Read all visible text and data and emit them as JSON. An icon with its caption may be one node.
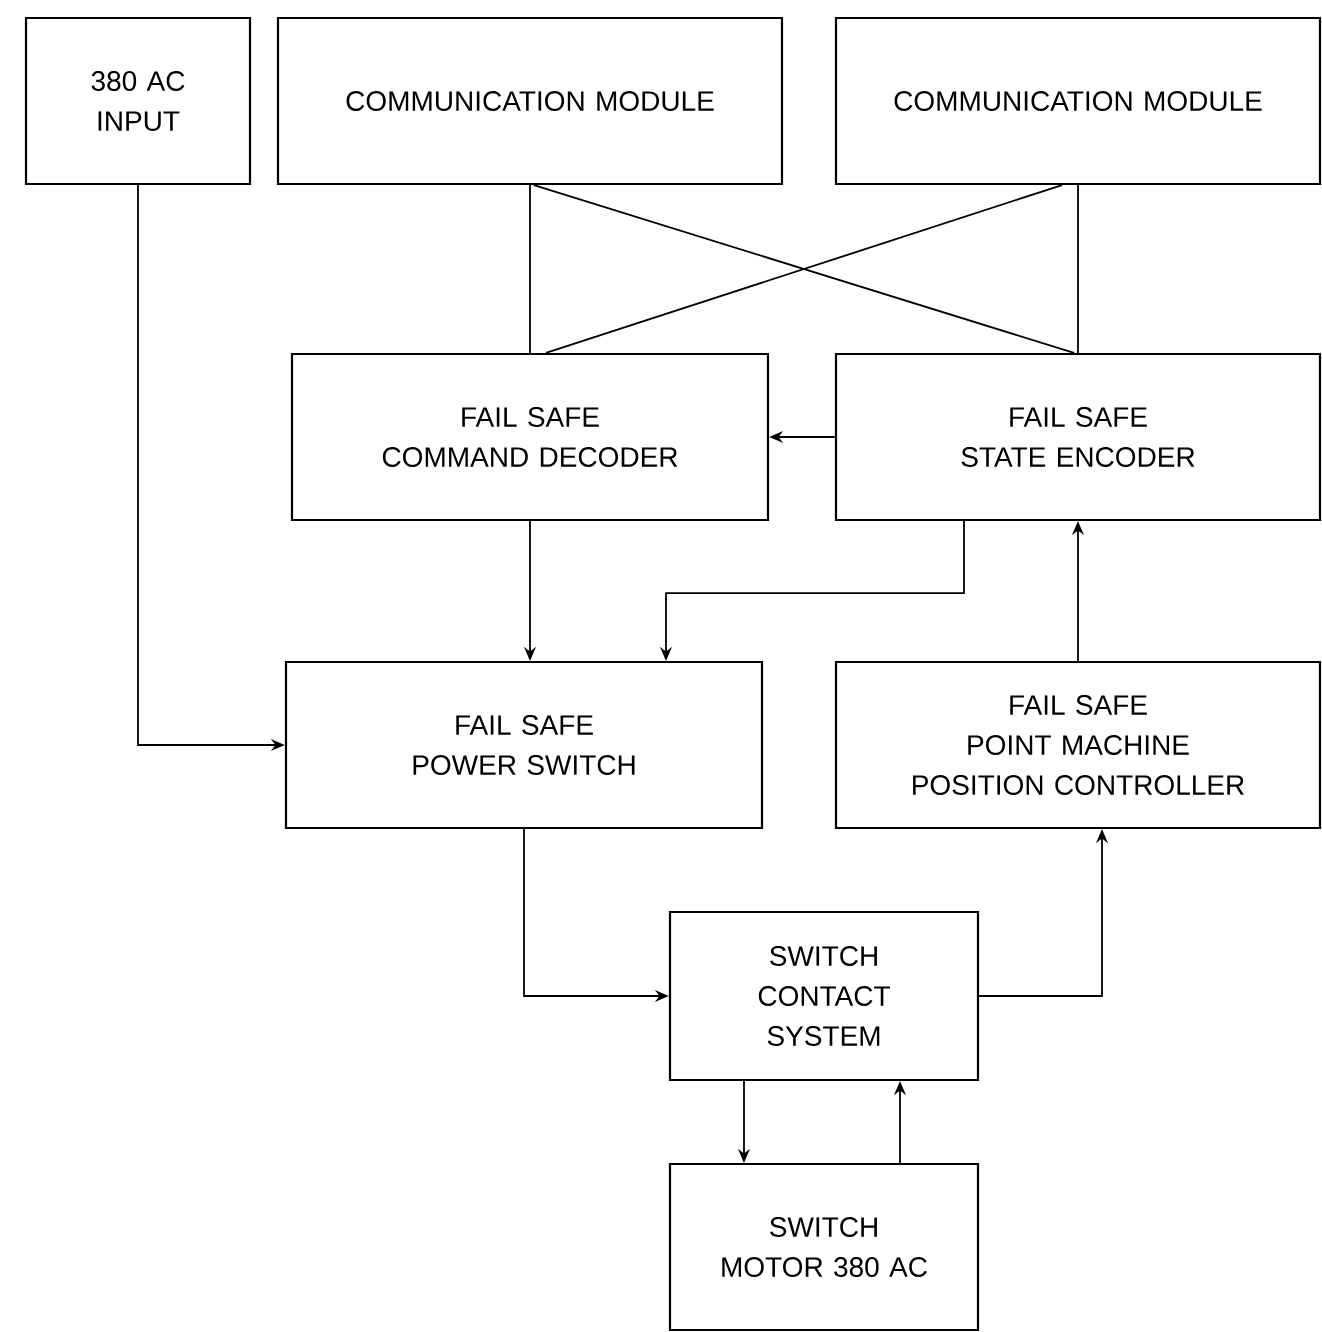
{
  "diagram": {
    "nodes": [
      {
        "text": [
          "380 AC INPUT"
        ]
      },
      {
        "text": [
          "COMMUNICATION MODULE"
        ]
      },
      {
        "text": [
          "COMMUNICATION MODULE"
        ]
      },
      {
        "text": [
          "FAIL SAFE",
          "COMMAND DECODER"
        ]
      },
      {
        "text": [
          "FAIL SAFE",
          "STATE ENCODER"
        ]
      },
      {
        "text": [
          "FAIL SAFE",
          "POWER SWITCH"
        ]
      },
      {
        "text": [
          "FAIL SAFE",
          "POINT MACHINE POSITION CONTROLLER"
        ]
      },
      {
        "text": [
          "SWITCH CONTACT SYSTEM"
        ]
      },
      {
        "text": [
          "SWITCH MOTOR 380 AC"
        ]
      }
    ],
    "edges": [
      {
        "from": 1,
        "to": 3,
        "arrow": "none"
      },
      {
        "from": 1,
        "to": 4,
        "arrow": "none"
      },
      {
        "from": 2,
        "to": 3,
        "arrow": "none"
      },
      {
        "from": 2,
        "to": 4,
        "arrow": "none"
      },
      {
        "from": 4,
        "to": 3,
        "arrow": "to"
      },
      {
        "from": 3,
        "to": 5,
        "arrow": "to"
      },
      {
        "from": 4,
        "to": 5,
        "arrow": "to"
      },
      {
        "from": 0,
        "to": 5,
        "arrow": "to"
      },
      {
        "from": 6,
        "to": 4,
        "arrow": "to"
      },
      {
        "from": 5,
        "to": 7,
        "arrow": "to"
      },
      {
        "from": 7,
        "to": 6,
        "arrow": "to"
      },
      {
        "from": 7,
        "to": 8,
        "arrow": "to"
      },
      {
        "from": 8,
        "to": 7,
        "arrow": "to"
      }
    ]
  }
}
